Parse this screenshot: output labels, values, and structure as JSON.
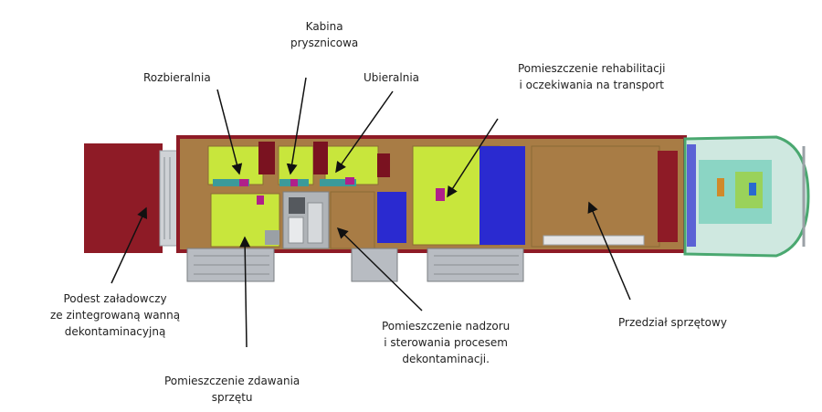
{
  "labels": {
    "kabina": [
      "Kabina",
      "prysznicowa"
    ],
    "rozbieralnia": [
      "Rozbieralnia"
    ],
    "ubieralnia": [
      "Ubieralnia"
    ],
    "rehabilitacja": [
      "Pomieszczenie rehabilitacji",
      "i oczekiwania na transport"
    ],
    "podest": [
      "Podest załadowczy",
      "ze zintegrowaną wanną",
      "dekontaminacyjną"
    ],
    "nadzor": [
      "Pomieszczenie nadzoru",
      "i sterowania procesem",
      "dekontaminacji."
    ],
    "przedzial": [
      "Przedział sprzętowy"
    ],
    "zdawanie": [
      "Pomieszczenie zdawania",
      "sprzętu"
    ]
  },
  "colors": {
    "trailer_red": "#8e1b26",
    "floor_lime": "#c8e63c",
    "wall_brown": "#a87c45",
    "blue": "#2a2ad0",
    "cab_teal": "#5dc8b0",
    "arrow": "#111111"
  }
}
